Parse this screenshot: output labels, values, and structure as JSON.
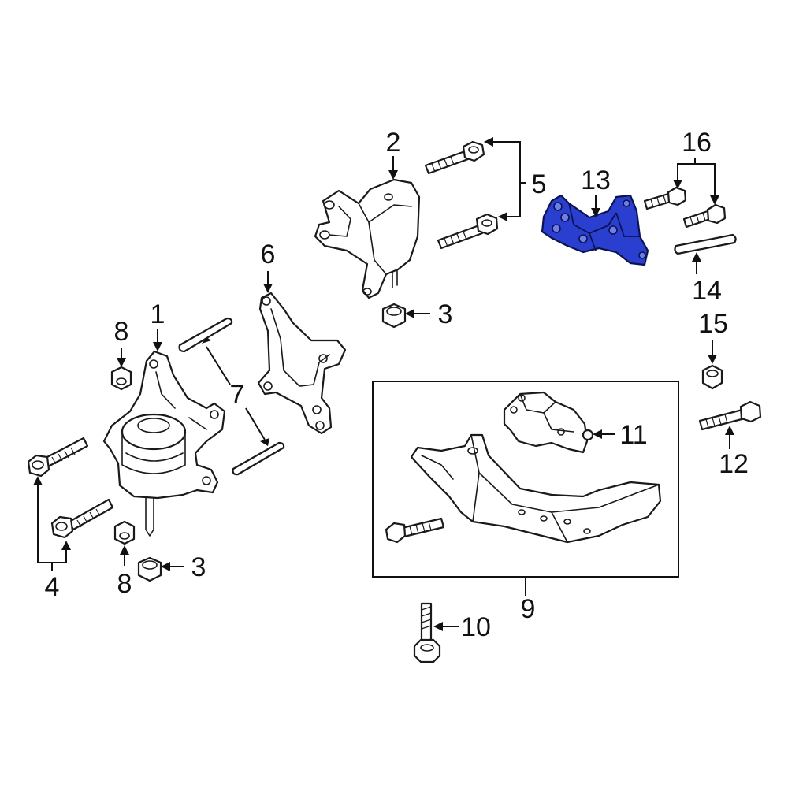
{
  "callouts": {
    "c1": "1",
    "c2": "2",
    "c3a": "3",
    "c3b": "3",
    "c4": "4",
    "c5": "5",
    "c6": "6",
    "c7": "7",
    "c8a": "8",
    "c8b": "8",
    "c9": "9",
    "c10": "10",
    "c11": "11",
    "c12": "12",
    "c13": "13",
    "c14": "14",
    "c15": "15",
    "c16": "16"
  },
  "highlighted_part": "13",
  "colors": {
    "highlight": "#2a3fd0",
    "line": "#1a1a1a",
    "background": "#ffffff"
  }
}
